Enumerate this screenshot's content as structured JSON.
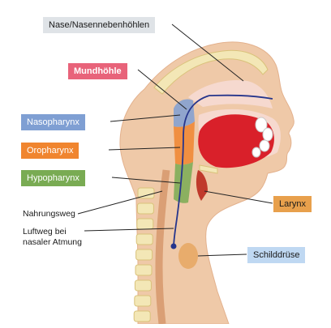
{
  "labels": {
    "nose": {
      "text": "Nase/Nasennebenhöhlen",
      "color": "#dfe3e7"
    },
    "mouth": {
      "text": "Mundhöhle",
      "color": "#e8637a"
    },
    "nasopharynx": {
      "text": "Nasopharynx",
      "color": "#7f9fd3"
    },
    "oropharynx": {
      "text": "Oropharynx",
      "color": "#f0852f"
    },
    "hypopharynx": {
      "text": "Hypopharynx",
      "color": "#79ab53"
    },
    "larynx": {
      "text": "Larynx",
      "color": "#e8a04c"
    },
    "thyroid": {
      "text": "Schilddrüse",
      "color": "#bfd8f2"
    },
    "food_path": {
      "text": "Nahrungsweg"
    },
    "airway_line1": {
      "text": "Luftweg bei"
    },
    "airway_line2": {
      "text": "nasaler Atmung"
    }
  },
  "colors": {
    "skin": "#efc9a8",
    "skin_dark": "#e3b18d",
    "bone": "#f3e7b6",
    "bone_edge": "#d9c27a",
    "cavity": "#f6d9cf",
    "tongue": "#d9202a",
    "nasopharynx_zone": "#7f9fd3",
    "oropharynx_zone": "#f0852f",
    "hypopharynx_zone": "#79ab53",
    "airway_line": "#26358c",
    "leader": "#222222"
  }
}
